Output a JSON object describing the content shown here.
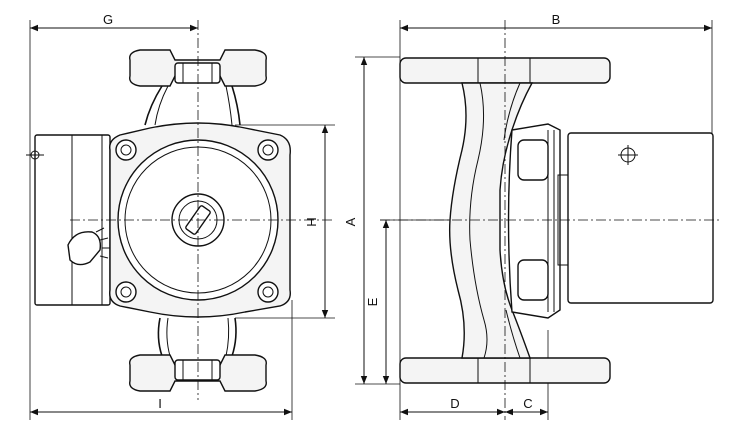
{
  "dimensions": {
    "A": "A",
    "B": "B",
    "C": "C",
    "D": "D",
    "E": "E",
    "G": "G",
    "H": "H",
    "I": "I"
  }
}
